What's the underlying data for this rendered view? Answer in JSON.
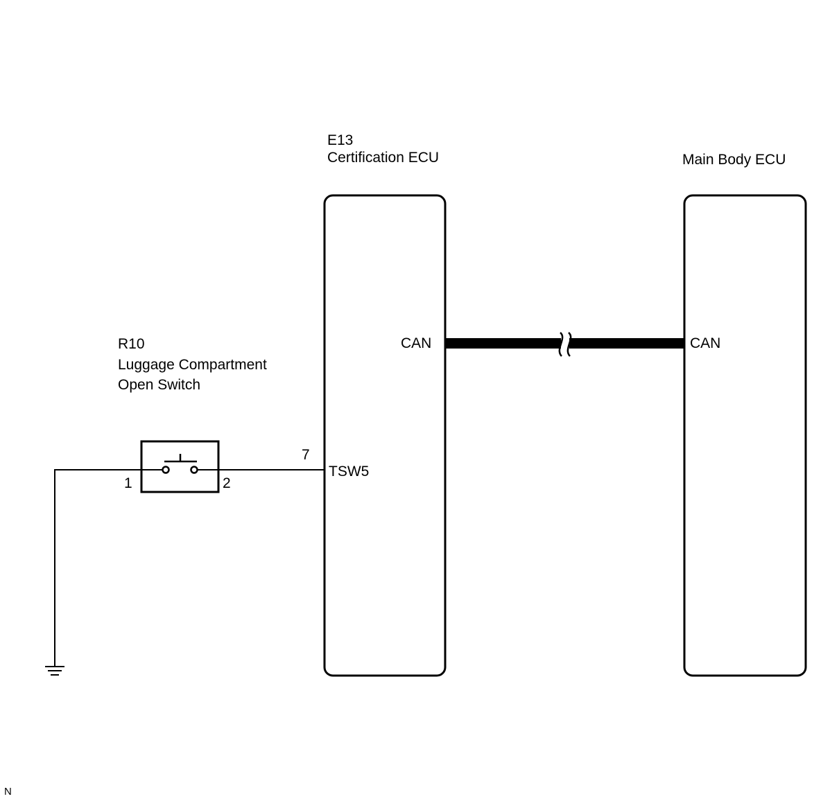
{
  "certification_ecu": {
    "code": "E13",
    "name": "Certification ECU",
    "pin_can": "CAN",
    "pin_tsw": "TSW5",
    "pin_tsw_number": "7"
  },
  "main_body_ecu": {
    "name": "Main Body ECU",
    "pin_can": "CAN"
  },
  "switch": {
    "code": "R10",
    "name_line1": "Luggage Compartment",
    "name_line2": "Open Switch",
    "pin_left": "1",
    "pin_right": "2"
  },
  "corner_mark": "N",
  "colors": {
    "line": "#000000",
    "background": "#ffffff"
  }
}
